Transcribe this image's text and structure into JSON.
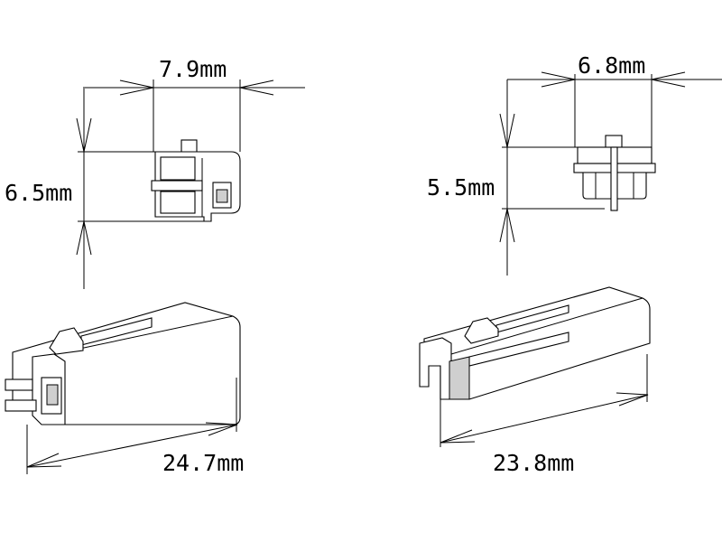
{
  "dimensions": {
    "top_left_width": "7.9mm",
    "top_left_height": "6.5mm",
    "bottom_left_length": "24.7mm",
    "top_right_width": "6.8mm",
    "top_right_height": "5.5mm",
    "bottom_right_length": "23.8mm"
  }
}
